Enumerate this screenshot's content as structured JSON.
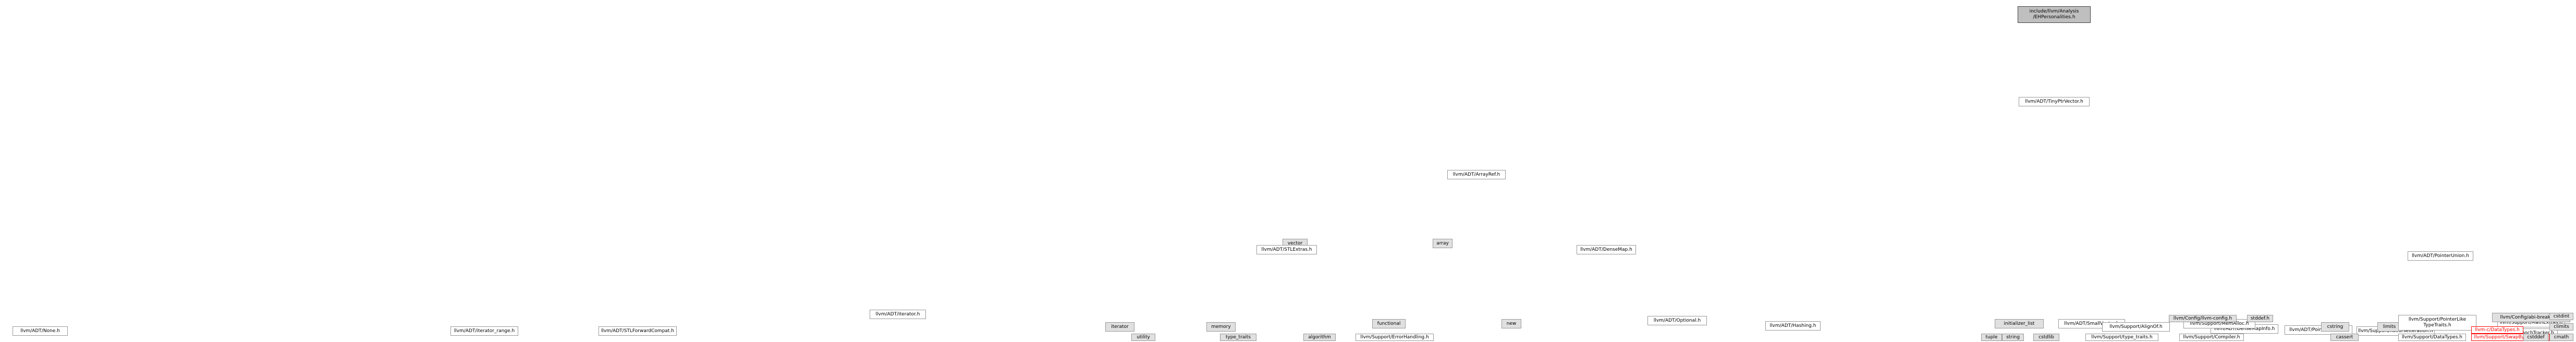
{
  "graph": {
    "edge_color": "#63b8ff",
    "root": {
      "label": "include/llvm/Analysis\n/EHPersonalities.h"
    },
    "nodes": {
      "tinyptrvector": "llvm/ADT/TinyPtrVector.h",
      "arrayref": "llvm/ADT/ArrayRef.h",
      "densemap": "llvm/ADT/DenseMap.h",
      "pointerunion": "llvm/ADT/PointerUnion.h",
      "vector": "vector",
      "array": "array",
      "stlextras": "llvm/ADT/STLExtras.h",
      "iterator_h": "llvm/ADT/iterator.h",
      "optional_h": "llvm/ADT/Optional.h",
      "smallvector": "llvm/ADT/SmallVector.h",
      "alignof": "llvm/Support/AlignOf.h",
      "densemapinfo": "llvm/ADT/DenseMapInfo.h",
      "pointerintpair": "llvm/ADT/PointerIntPair.h",
      "reverseiteration": "llvm/Support/ReverseIteration.h",
      "epochtracker": "llvm/ADT/EpochTracker.h",
      "none_h": "llvm/ADT/None.h",
      "iterator_range": "llvm/ADT/iterator_range.h",
      "stlforwardcompat": "llvm/ADT/STLForwardCompat.h",
      "iterator_sys": "iterator",
      "memory": "memory",
      "functional": "functional",
      "new_h": "new",
      "initializer_list": "initializer_list",
      "memalloc": "llvm/Support/MemAlloc.h",
      "hashing": "llvm/ADT/Hashing.h",
      "cstring": "cstring",
      "limits": "limits",
      "pointerliketypetraits": "llvm/Support/PointerLike\nTypeTraits.h",
      "mathextras": "llvm/Support/MathExtras.h",
      "abibreaking": "llvm/Config/abi-breaking.h",
      "algorithm": "algorithm",
      "cstdlib": "cstdlib",
      "cassert": "cassert",
      "errorhandling": "llvm/Support/ErrorHandling.h",
      "tuple": "tuple",
      "typetraits_support": "llvm/Support/type_traits.h",
      "datatypes": "llvm/Support/DataTypes.h",
      "swapbyteorder": "llvm/Support/SwapByteOrder.h",
      "climits": "climits",
      "cmath": "cmath",
      "utility": "utility",
      "string": "string",
      "type_traits": "type_traits",
      "compiler": "llvm/Support/Compiler.h",
      "llvmc_datatypes": "llvm-c/DataTypes.h",
      "cstddef": "cstddef",
      "cstdint": "cstdint",
      "llvmconfig": "llvm/Config/llvm-config.h",
      "stddef_h": "stddef.h"
    }
  }
}
